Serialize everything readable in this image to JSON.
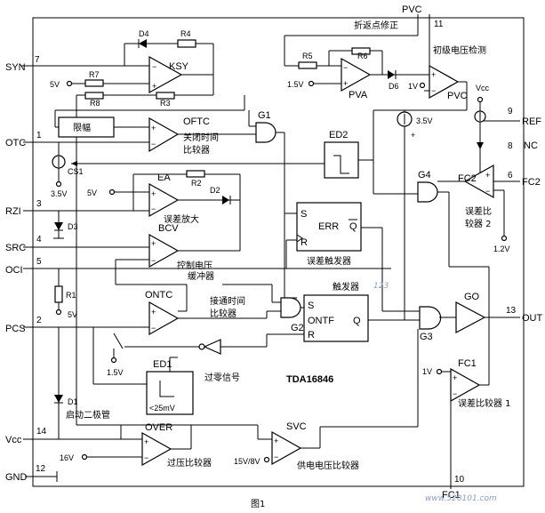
{
  "pins": {
    "syn": {
      "name": "SYN",
      "num": "7"
    },
    "otc": {
      "name": "OTC",
      "num": "1"
    },
    "rzi": {
      "name": "RZI",
      "num": "3"
    },
    "src": {
      "name": "SRC",
      "num": "4"
    },
    "oci": {
      "name": "OCI",
      "num": "5"
    },
    "pcs": {
      "name": "PCS",
      "num": "2"
    },
    "vcc": {
      "name": "Vcc",
      "num": "14"
    },
    "gnd": {
      "name": "GND",
      "num": "12"
    },
    "pvc": {
      "name": "PVC",
      "num": "11"
    },
    "ref": {
      "name": "REF",
      "num": "9"
    },
    "nc": {
      "name": "NC",
      "num": "8"
    },
    "fc2": {
      "name": "FC2",
      "num": "6"
    },
    "out": {
      "name": "OUT",
      "num": "13"
    },
    "fc1": {
      "name": "FC1",
      "num": "10"
    }
  },
  "blocks": {
    "ksy": "KSY",
    "oftc": "OFTC",
    "oftc_desc_1": "关闭时间",
    "oftc_desc_2": "比较器",
    "limit": "限幅",
    "g1": "G1",
    "ed2": "ED2",
    "ea": "EA",
    "ea_desc": "误差放大",
    "bcv": "BCV",
    "bcv_desc_1": "控制电压",
    "bcv_desc_2": "缓冲器",
    "ontc": "ONTC",
    "ontc_desc_1": "接通时间",
    "ontc_desc_2": "比较器",
    "g2": "G2",
    "ontf": "ONTF",
    "flipflop_title": "触发器",
    "err": "ERR",
    "err_desc": "误差触发器",
    "s": "S",
    "r": "R",
    "q": "Q",
    "g3": "G3",
    "g4": "G4",
    "go": "GO",
    "pva": "PVA",
    "pvc_block": "PVC",
    "fold_point": "折返点修正",
    "primary_detect": "初级电压检测",
    "fc2_block": "FC2",
    "fc2_desc_1": "误差比",
    "fc2_desc_2": "较器 2",
    "fc1_block": "FC1",
    "fc1_desc": "误差比较器 1",
    "ed1": "ED1",
    "ed1_desc": "过零信号",
    "ed1_value": "<25mV",
    "tda": "TDA16846",
    "over": "OVER",
    "over_desc": "过压比较器",
    "svc": "SVC",
    "svc_desc": "供电电压比较器",
    "d1_desc": "启动二极管",
    "cs1": "CS1"
  },
  "components": {
    "d4": "D4",
    "r4": "R4",
    "r7": "R7",
    "r8": "R8",
    "r3": "R3",
    "r2": "R2",
    "d2": "D2",
    "d3": "D3",
    "r1": "R1",
    "d1": "D1",
    "r5": "R5",
    "r6": "R6",
    "d6": "D6"
  },
  "voltages": {
    "v5_a": "5V",
    "v5_b": "5V",
    "v5_c": "5V",
    "v35_cs": "3.5V",
    "v15_pva": "1.5V",
    "v1_pvc": "1V",
    "v35_src": "3.5V",
    "v15_ontc": "1.5V",
    "v1_fc1": "1V",
    "v12_fc2": "1.2V",
    "v16_over": "16V",
    "v158_svc": "15V/8V",
    "vcc_ref": "Vcc"
  },
  "caption": "图1",
  "watermark_1": "PVC",
  "watermark_2": "www.520101.com",
  "watermark_3": "触发器",
  "watermark_4": "123"
}
